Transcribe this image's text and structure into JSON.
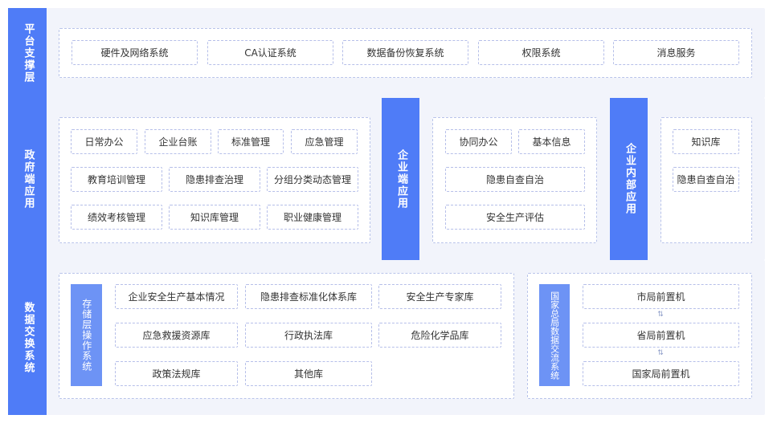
{
  "platform": {
    "title": "平台支撑层",
    "items": [
      "硬件及网络系统",
      "CA认证系统",
      "数据备份恢复系统",
      "权限系统",
      "消息服务"
    ]
  },
  "gov": {
    "title": "政府端应用",
    "items": [
      "日常办公",
      "企业台账",
      "标准管理",
      "应急管理",
      "教育培训管理",
      "隐患排查治理",
      "分组分类动态管理",
      "绩效考核管理",
      "知识库管理",
      "职业健康管理"
    ]
  },
  "enterprise": {
    "title": "企业端应用",
    "items": [
      "协同办公",
      "基本信息",
      "隐患自查自治",
      "安全生产评估"
    ]
  },
  "internal": {
    "title": "企业内部应用",
    "items": [
      "知识库",
      "隐患自查自治"
    ]
  },
  "exchange": {
    "title": "数据交换系统",
    "storage": {
      "title": "存储层操作系统",
      "items": [
        "企业安全生产基本情况",
        "隐患排查标准化体系库",
        "安全生产专家库",
        "应急救援资源库",
        "行政执法库",
        "危险化学品库",
        "政策法规库",
        "其他库"
      ]
    },
    "national": {
      "title": "国家总局数据交流系统",
      "items": [
        "市局前置机",
        "省局前置机",
        "国家局前置机"
      ],
      "arrow": "⇅"
    }
  },
  "colors": {
    "accent": "#4f7cf7",
    "sub_accent": "#6d93f5",
    "band": "#f2f4fb",
    "dashed_border": "#b9c4ea"
  }
}
